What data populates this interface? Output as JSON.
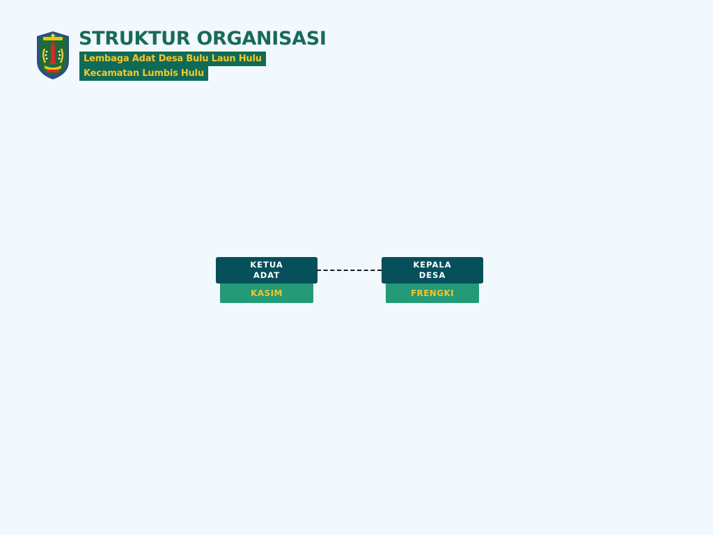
{
  "header": {
    "title": "STRUKTUR ORGANISASI",
    "subtitle_line1": "Lembaga Adat Desa Bulu Laun Hulu",
    "subtitle_line2": "Kecamatan Lumbis Hulu",
    "logo_icon": "regency-coat-of-arms-icon"
  },
  "nodes": [
    {
      "position_title_line1": "KETUA",
      "position_title_line2": "ADAT",
      "name": "KASIM"
    },
    {
      "position_title_line1": "KEPALA",
      "position_title_line2": "DESA",
      "name": "FRENGKI"
    }
  ],
  "connector": {
    "style": "dashed"
  },
  "colors": {
    "background": "#f1f8fe",
    "title_text": "#186a5b",
    "subtitle_bg": "#0f6b57",
    "accent_yellow": "#f2c62f",
    "node_head_bg": "#06505b",
    "node_name_bg": "#249a76"
  }
}
